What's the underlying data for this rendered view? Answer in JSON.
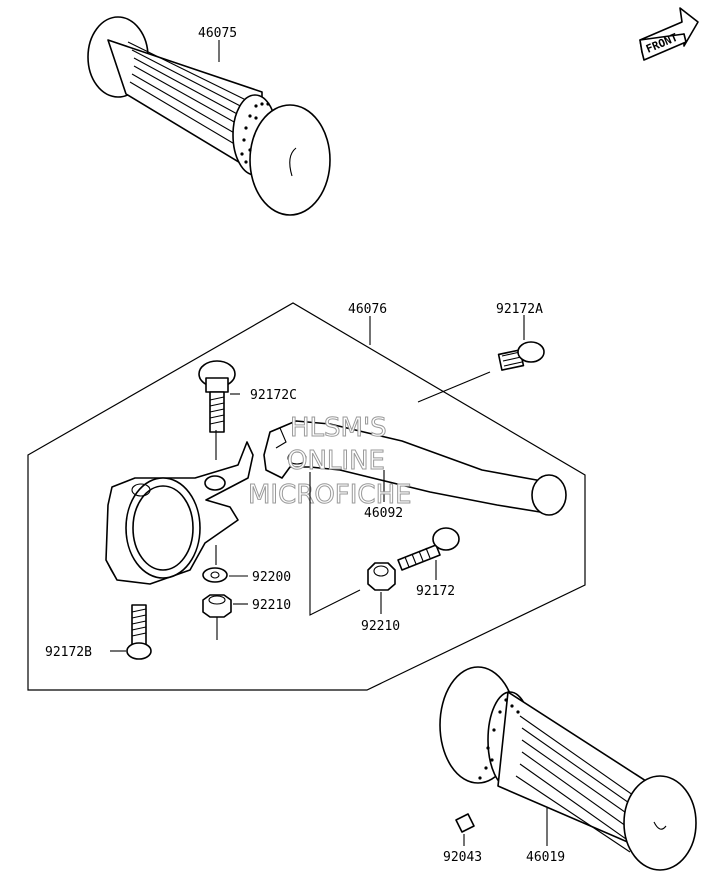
{
  "front_arrow": {
    "label": "FRONT"
  },
  "watermark": {
    "line1": "HLSM'S",
    "line2": "ONLINE",
    "line3": "MICROFICHE"
  },
  "parts": {
    "grip_left": "46075",
    "lever_assembly": "46076",
    "bolt_a": "92172A",
    "bolt_c": "92172C",
    "lever": "46092",
    "washer": "92200",
    "nut_holder": "92210",
    "bolt_pivot": "92172",
    "nut_pivot": "92210",
    "bolt_b": "92172B",
    "grip_right": "46019",
    "cap": "92043"
  }
}
